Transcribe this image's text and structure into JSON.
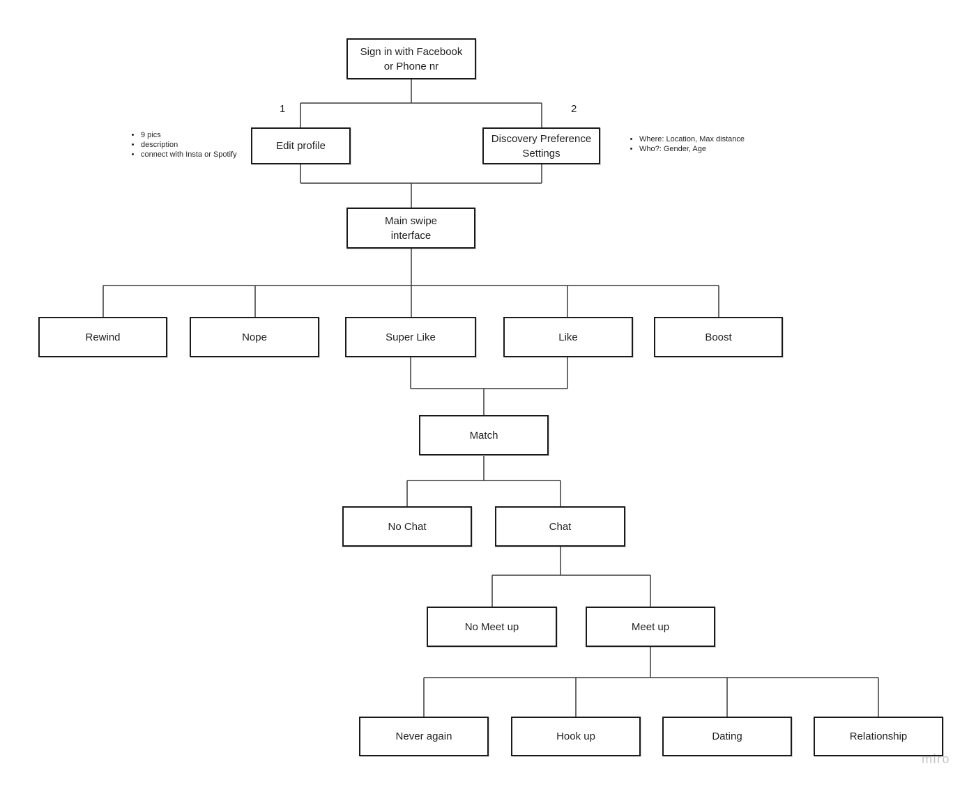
{
  "diagram": {
    "nodes": {
      "signin": "Sign in with Facebook or Phone nr",
      "edit_profile": "Edit profile",
      "discovery": "Discovery Preference Settings",
      "main_swipe": "Main swipe interface",
      "rewind": "Rewind",
      "nope": "Nope",
      "super_like": "Super Like",
      "like": "Like",
      "boost": "Boost",
      "match": "Match",
      "no_chat": "No Chat",
      "chat": "Chat",
      "no_meet_up": "No Meet up",
      "meet_up": "Meet up",
      "never_again": "Never again",
      "hook_up": "Hook up",
      "dating": "Dating",
      "relationship": "Relationship"
    },
    "branch_labels": {
      "edit_profile_branch": "1",
      "discovery_branch": "2"
    },
    "edit_profile_notes": [
      "9 pics",
      "description",
      "connect with Insta or Spotify"
    ],
    "discovery_notes": [
      "Where: Location, Max distance",
      "Who?: Gender, Age"
    ],
    "watermark": "miro",
    "colors": {
      "background": "#ffffff",
      "node_border": "#1a1a1a",
      "connector": "#3a3a3a",
      "text": "#1f1f1f",
      "watermark": "#c6c6c6"
    }
  }
}
